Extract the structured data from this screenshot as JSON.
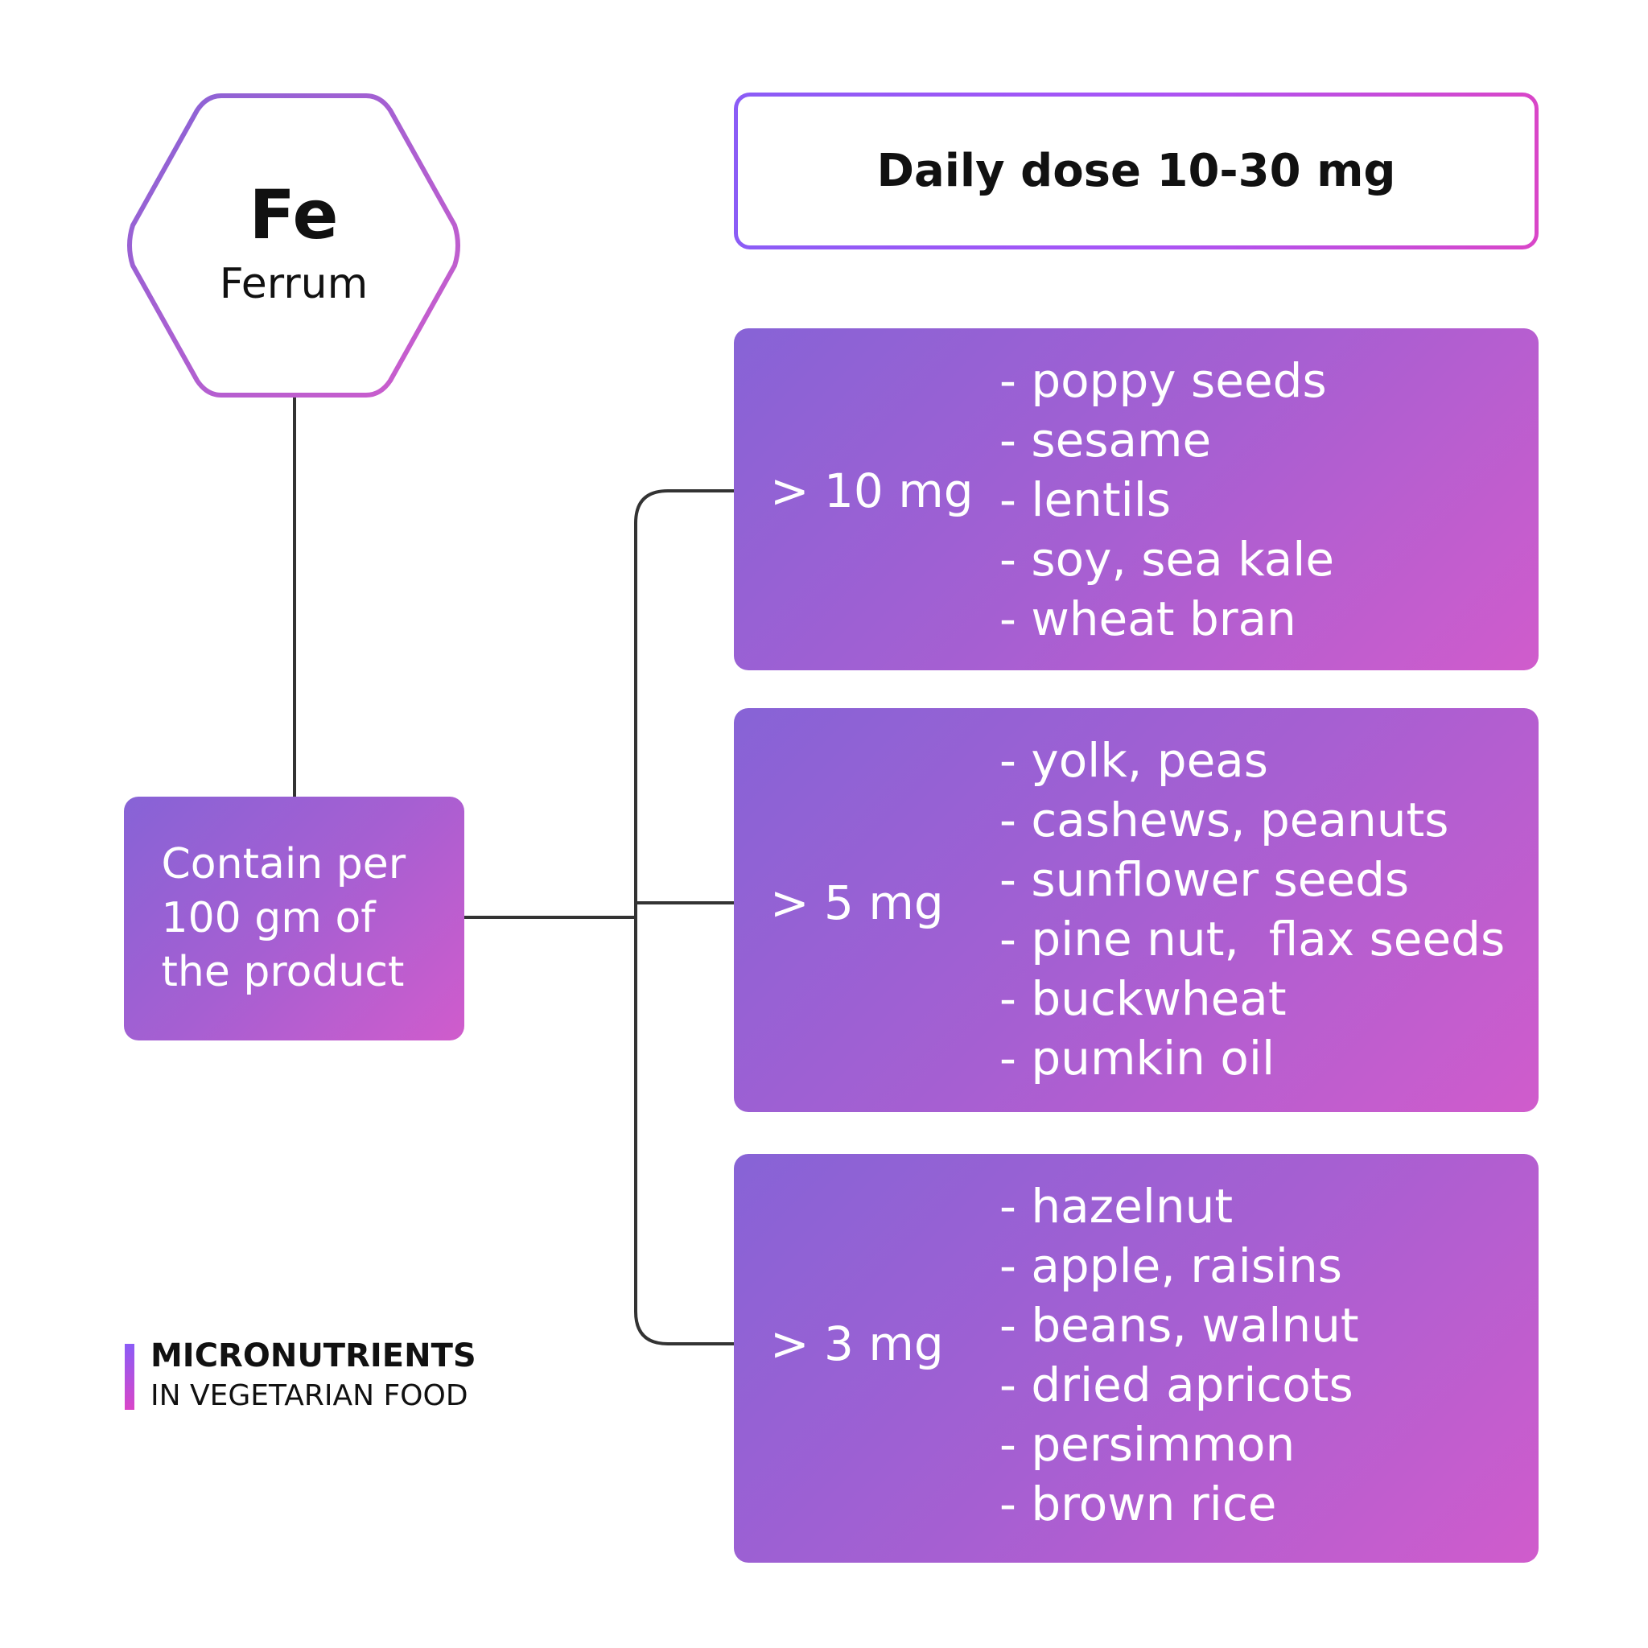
{
  "element": {
    "symbol": "Fe",
    "name": "Ferrum"
  },
  "daily_dose": "Daily dose 10-30 mg",
  "contain_label": "Contain per\n100 gm of\nthe product",
  "groups": [
    {
      "threshold": "> 10 mg",
      "items": [
        "- poppy seeds",
        "- sesame",
        "- lentils",
        "- soy, sea kale",
        "- wheat bran"
      ]
    },
    {
      "threshold": "> 5 mg",
      "items": [
        "- yolk, peas",
        "- cashews, peanuts",
        "- sunflower seeds",
        "- pine nut,  flax seeds",
        "- buckwheat",
        "- pumkin oil"
      ]
    },
    {
      "threshold": "> 3 mg",
      "items": [
        "- hazelnut",
        "- apple, raisins",
        "- beans, walnut",
        "- dried apricots",
        "- persimmon",
        "- brown rice"
      ]
    }
  ],
  "footer": {
    "title": "MICRONUTRIENTS",
    "subtitle": "IN VEGETARIAN FOOD"
  },
  "colors": {
    "gradient_start": "#8763d6",
    "gradient_end": "#d05ccc",
    "connector": "#333333",
    "text_dark": "#111111",
    "text_light": "#ffffff"
  }
}
